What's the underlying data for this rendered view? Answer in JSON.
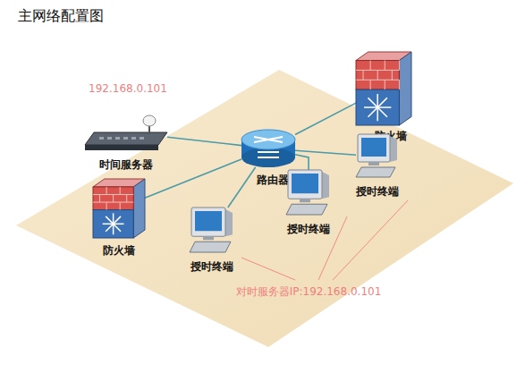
{
  "diagram": {
    "title": "主网络配置图",
    "nodes": [
      {
        "text": [
          "时间服务器"
        ]
      },
      {
        "text": [
          "防火墙"
        ]
      },
      {
        "text": [
          "路由器"
        ]
      },
      {
        "text": [
          "授时终端"
        ]
      },
      {
        "text": [
          "防火墙"
        ]
      },
      {
        "text": [
          "授时终端"
        ]
      },
      {
        "text": [
          "授时终端"
        ]
      }
    ],
    "edges": [
      {
        "from": 2,
        "to": 0,
        "arrow": "none"
      },
      {
        "from": 2,
        "to": 1,
        "arrow": "none"
      },
      {
        "from": 2,
        "to": 3,
        "arrow": "none"
      },
      {
        "from": 2,
        "to": 4,
        "arrow": "none"
      },
      {
        "from": 2,
        "to": 5,
        "arrow": "none"
      },
      {
        "from": 2,
        "to": 6,
        "arrow": "none"
      }
    ],
    "labels": [
      "192.168.0.101",
      "对时服务器IP:192.168.0.101"
    ]
  }
}
